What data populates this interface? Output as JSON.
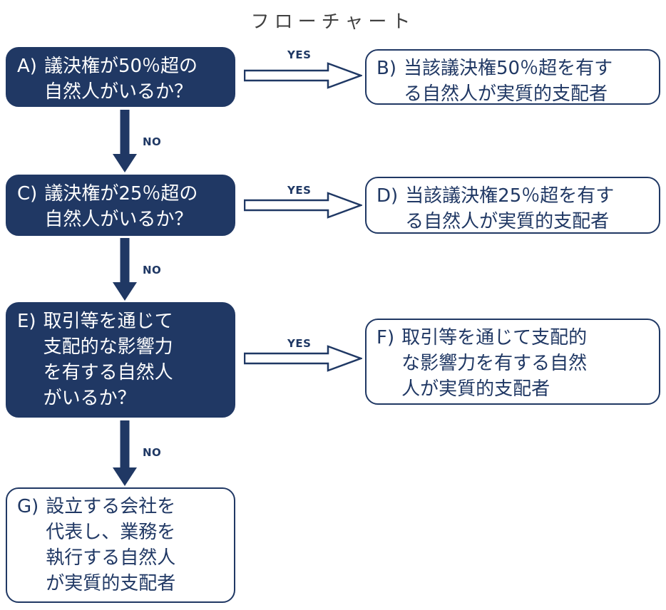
{
  "title": "フローチャート",
  "labels": {
    "yes": "YES",
    "no": "NO"
  },
  "colors": {
    "navy": "#1F3864",
    "box_fill": "#203864",
    "title_gray": "#404040",
    "outlined_bg": "#ffffff"
  },
  "nodes": {
    "A": {
      "letter": "A)",
      "text": "議決権が50％超の\n自然人がいるか？"
    },
    "B": {
      "letter": "B)",
      "text": "当該議決権50％超を有す\nる自然人が実質的支配者"
    },
    "C": {
      "letter": "C)",
      "text": "議決権が25％超の\n自然人がいるか？"
    },
    "D": {
      "letter": "D)",
      "text": "当該議決権25％超を有す\nる自然人が実質的支配者"
    },
    "E": {
      "letter": "E)",
      "text": "取引等を通じて\n支配的な影響力\nを有する自然人\nがいるか？"
    },
    "F": {
      "letter": "F)",
      "text": "取引等を通じて支配的\nな影響力を有する自然\n人が実質的支配者"
    },
    "G": {
      "letter": "G)",
      "text": "設立する会社を\n代表し、業務を\n執行する自然人\nが実質的支配者"
    }
  }
}
